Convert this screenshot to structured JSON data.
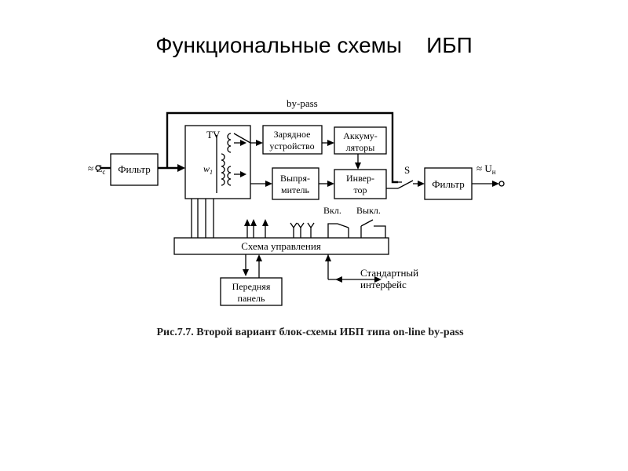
{
  "slide": {
    "title": "Функциональные схемы    ИБП",
    "caption": "Рис.7.7. Второй вариант блок-схемы ИБП типа on-line by-pass"
  },
  "diagram": {
    "bypass_label": "by-pass",
    "input_label": "≈ E",
    "input_subscript": "c",
    "output_label": "≈ U",
    "output_subscript": "н",
    "filter_in": "Фильтр",
    "filter_out": "Фильтр",
    "transformer_label": "TV",
    "winding_label": "w",
    "winding_subscript": "1",
    "charger": [
      "Зарядное",
      "устройство"
    ],
    "battery": [
      "Аккуму-",
      "ляторы"
    ],
    "rectifier": [
      "Выпря-",
      "митель"
    ],
    "inverter": [
      "Инвер-",
      "тор"
    ],
    "switch_label": "S",
    "on_label": "Вкл.",
    "off_label": "Выкл.",
    "control": "Схема управления",
    "front_panel": [
      "Передняя",
      "панель"
    ],
    "interface": [
      "Стандартный",
      "интерфейс"
    ]
  }
}
